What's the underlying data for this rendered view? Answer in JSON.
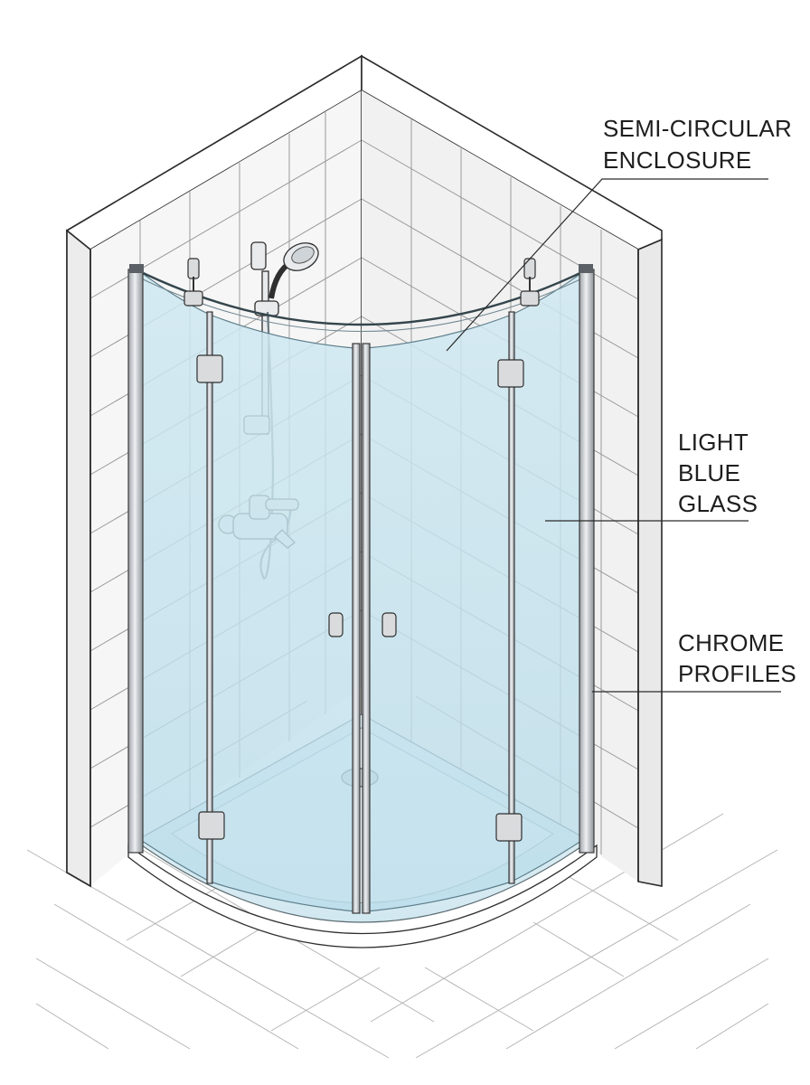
{
  "labels": {
    "enclosure": [
      "SEMI-CIRCULAR",
      "ENCLOSURE"
    ],
    "glass": [
      "LIGHT",
      "BLUE",
      "GLASS"
    ],
    "profiles": [
      "CHROME",
      "PROFILES"
    ]
  },
  "colors": {
    "glass_tint": "#bfe0ec",
    "wall_tile": "#f6f6f6",
    "back_wall": "#eeeeee",
    "tray": "#f4f8fa",
    "chrome": "#c9cdd1",
    "ink": "#1e1e1e"
  }
}
